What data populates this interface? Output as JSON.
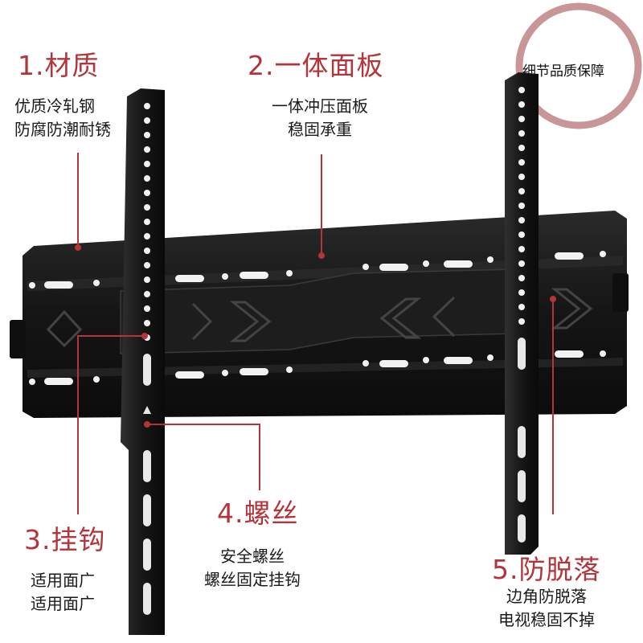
{
  "accent_color": "#b3343a",
  "seal_color": "#c99698",
  "mount_color": "#141414",
  "badge": {
    "text": "细节品质保障"
  },
  "callouts": [
    {
      "title": "1.材质",
      "lines": [
        "优质冷轧钢",
        "防腐防潮耐锈"
      ]
    },
    {
      "title": "2.一体面板",
      "lines": [
        "一体冲压面板",
        "稳固承重"
      ]
    },
    {
      "title": "3.挂钩",
      "lines": [
        "适用面广",
        "适用面广"
      ]
    },
    {
      "title": "4.螺丝",
      "lines": [
        "安全螺丝",
        "螺丝固定挂钩"
      ]
    },
    {
      "title": "5.防脱落",
      "lines": [
        "边角防脱落",
        "电视稳固不掉"
      ]
    }
  ]
}
